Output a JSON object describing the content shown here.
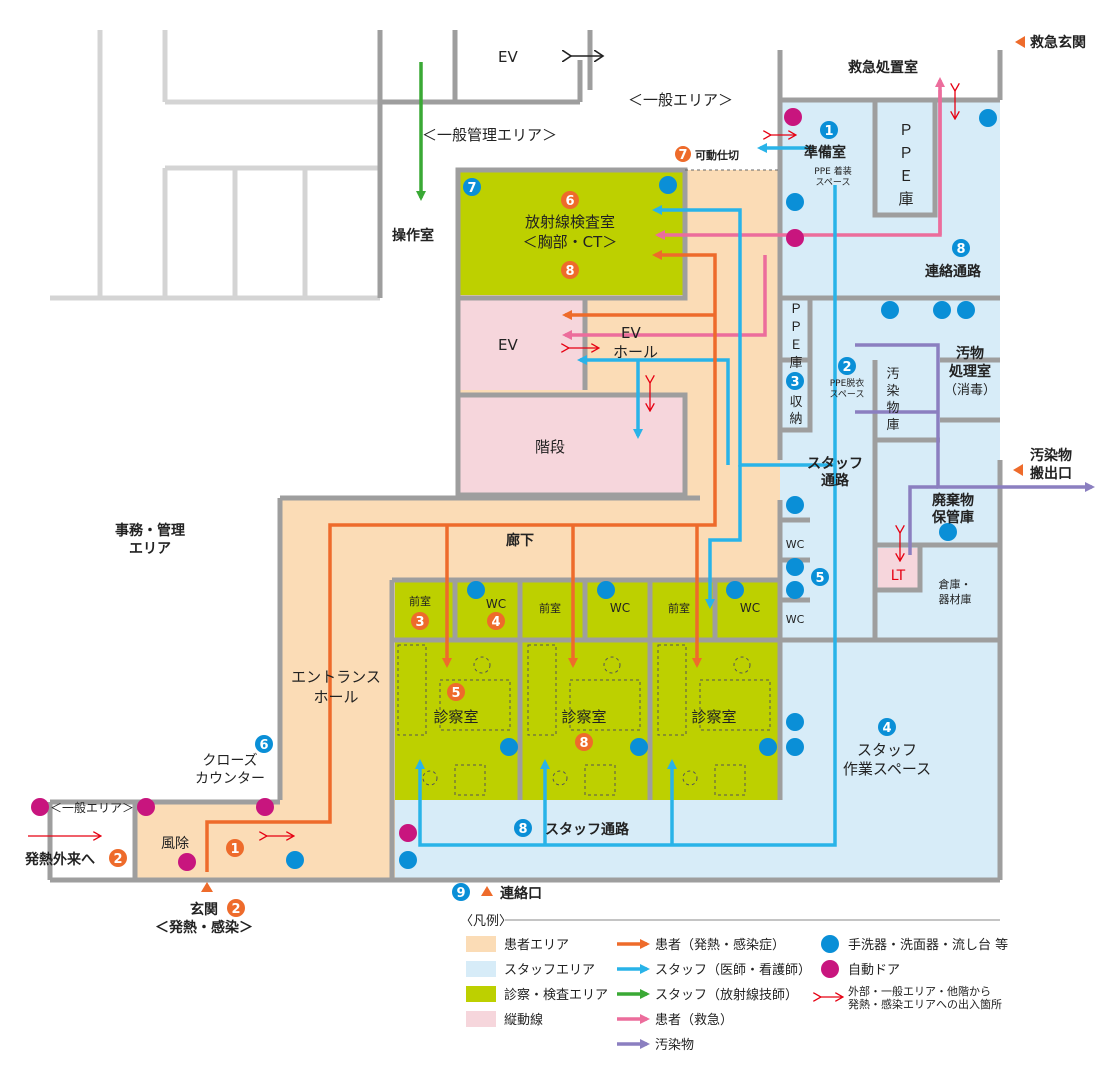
{
  "colors": {
    "patient_area": "#fbdcb6",
    "staff_area": "#d7ecf8",
    "exam_area": "#bdd000",
    "vertical": "#f6d6dc",
    "wall": "#9e9e9e",
    "orange": "#ee6b2b",
    "cyan": "#29b3e8",
    "green": "#3aa935",
    "pink": "#ec6d9c",
    "purple": "#8b7fc0",
    "red": "#e60012",
    "handwash": "#0a8fd7",
    "autodoor": "#c8157e"
  },
  "labels": {
    "emergency_entrance": "救急玄関",
    "ev_top": "EV",
    "general_area_top": "＜一般エリア＞",
    "emergency_room": "救急処置室",
    "general_mgmt_area": "＜一般管理エリア＞",
    "control_room": "操作室",
    "movable_partition": "可動仕切",
    "prep_room": "準備室",
    "ppe_donning": "PPE 着装\nスペース",
    "ppe_storage_1": "ＰＰＥ庫",
    "radiology_l1": "放射線検査室",
    "radiology_l2": "＜胸部・CT＞",
    "connecting_corridor": "連絡通路",
    "ev_hall_ev": "EV",
    "ev_hall_l1": "EV",
    "ev_hall_l2": "ホール",
    "ppe_storage_2": "ＰＰＥ庫",
    "ppe_doffing": "PPE脱衣\nスペース",
    "storage": "収納",
    "contaminated_storage": "汚染物庫",
    "dirty_room_l1": "汚物",
    "dirty_room_l2": "処理室",
    "dirty_room_l3": "（消毒）",
    "stairs": "階段",
    "staff_passage_l1": "スタッフ",
    "staff_passage_l2": "通路",
    "waste_exit_l1": "汚染物",
    "waste_exit_l2": "搬出口",
    "admin_area_l1": "事務・管理",
    "admin_area_l2": "エリア",
    "corridor": "廊下",
    "waste_storage_l1": "廃棄物",
    "waste_storage_l2": "保管庫",
    "wc": "WC",
    "lt": "LT",
    "warehouse_l1": "倉庫・",
    "warehouse_l2": "器材庫",
    "anteroom": "前室",
    "entrance_hall_l1": "エントランス",
    "entrance_hall_l2": "ホール",
    "exam_room": "診察室",
    "staff_work_l1": "スタッフ",
    "staff_work_l2": "作業スペース",
    "closed_counter_l1": "クローズ",
    "closed_counter_l2": "カウンター",
    "general_area_left": "＜一般エリア＞",
    "windbreak": "風除",
    "fever_outpatient": "発熱外来へ",
    "staff_passage_bottom": "スタッフ通路",
    "liaison_exit": "連絡口",
    "entrance_l1": "玄関",
    "entrance_l2": "＜発熱・感染＞"
  },
  "legend": {
    "title": "〈凡例〉",
    "areas": [
      "患者エリア",
      "スタッフエリア",
      "診察・検査エリア",
      "縦動線"
    ],
    "flows": [
      "患者（発熱・感染症）",
      "スタッフ（医師・看護師）",
      "スタッフ（放射線技師）",
      "患者（救急）",
      "汚染物"
    ],
    "symbols": [
      "手洗器・洗面器・流し台 等",
      "自動ドア",
      "外部・一般エリア・他階から\n発熱・感染エリアへの出入箇所"
    ]
  }
}
